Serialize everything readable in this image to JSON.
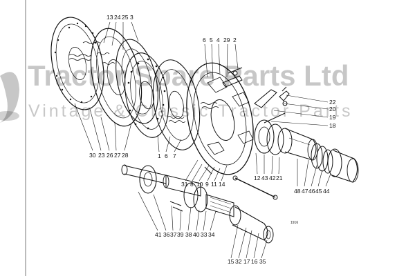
{
  "watermark": {
    "title": "Tractor Spare Parts Ltd",
    "subtitle": "Vintage & Classic Tractor Parts"
  },
  "labels": {
    "top_left": [
      "13",
      "24",
      "25",
      "3"
    ],
    "top_mid": [
      "6",
      "5",
      "4",
      "29",
      "2"
    ],
    "right_top": [
      "22",
      "20",
      "19",
      "18"
    ],
    "left_bottom": [
      "30",
      "23",
      "26",
      "27",
      "28"
    ],
    "mid_bottom": [
      "1",
      "6",
      "7"
    ],
    "center_bottom": [
      "31",
      "8",
      "10",
      "9",
      "11",
      "14"
    ],
    "right_mid": [
      "12",
      "43",
      "42",
      "21"
    ],
    "right_bottom": [
      "48",
      "47",
      "46",
      "45",
      "44"
    ],
    "bottom_left": [
      "41",
      "36",
      "37",
      "39",
      "38",
      "40",
      "33",
      "34"
    ],
    "bottom_mid": [
      "15",
      "32",
      "17",
      "16",
      "35"
    ],
    "ref": "1916"
  }
}
